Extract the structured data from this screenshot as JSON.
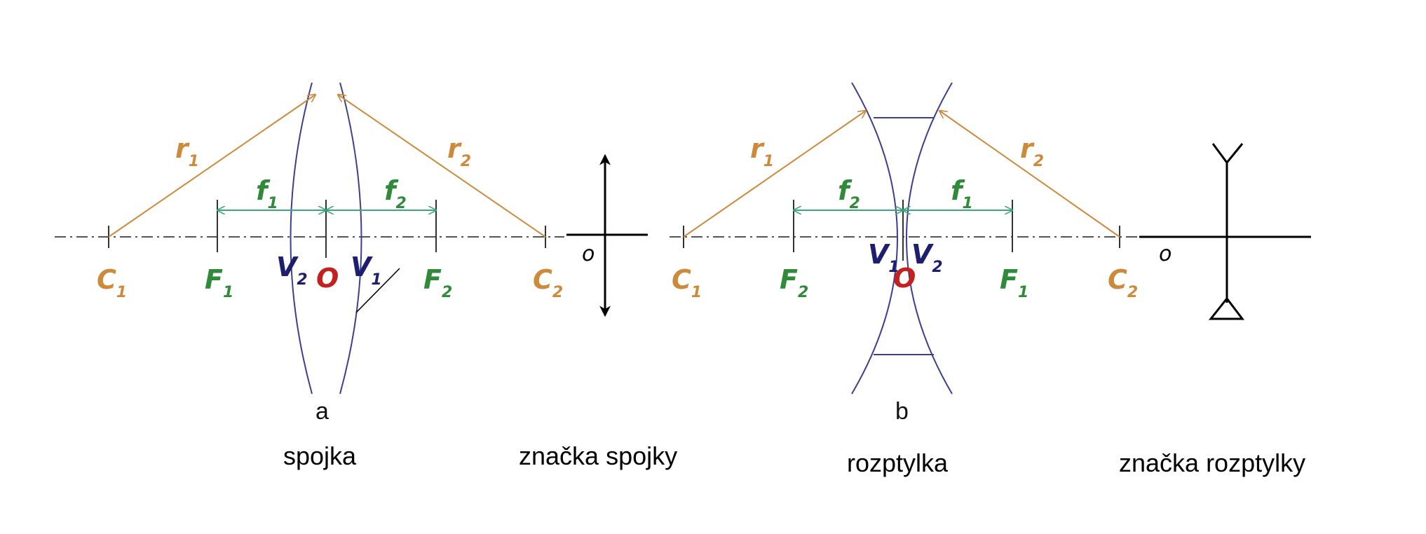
{
  "colors": {
    "orange": "#cd8a3b",
    "green": "#2f8a3a",
    "navy": "#1e1e6e",
    "red": "#c3201f",
    "teal": "#3aa87a",
    "lens": "#3d3f8c",
    "axis": "#555555",
    "black": "#000000"
  },
  "panel_a": {
    "letter": "a",
    "labels": {
      "C1": {
        "main": "C",
        "sub": "1"
      },
      "F1": {
        "main": "F",
        "sub": "1"
      },
      "V2": {
        "main": "V",
        "sub": "2"
      },
      "O": "O",
      "V1": {
        "main": "V",
        "sub": "1"
      },
      "F2": {
        "main": "F",
        "sub": "2"
      },
      "C2": {
        "main": "C",
        "sub": "2"
      },
      "r1": {
        "main": "r",
        "sub": "1"
      },
      "r2": {
        "main": "r",
        "sub": "2"
      },
      "f1": {
        "main": "f",
        "sub": "1"
      },
      "f2": {
        "main": "f",
        "sub": "2"
      }
    }
  },
  "symbol_a": {
    "axis_label": "o"
  },
  "panel_b": {
    "letter": "b",
    "labels": {
      "C1": {
        "main": "C",
        "sub": "1"
      },
      "F2": {
        "main": "F",
        "sub": "2"
      },
      "V1": {
        "main": "V",
        "sub": "1"
      },
      "O": "O",
      "V2": {
        "main": "V",
        "sub": "2"
      },
      "F1": {
        "main": "F",
        "sub": "1"
      },
      "C2": {
        "main": "C",
        "sub": "2"
      },
      "r1": {
        "main": "r",
        "sub": "1"
      },
      "r2": {
        "main": "r",
        "sub": "2"
      },
      "f2": {
        "main": "f",
        "sub": "2"
      },
      "f1": {
        "main": "f",
        "sub": "1"
      }
    }
  },
  "symbol_b": {
    "axis_label": "o"
  },
  "captions": {
    "spojka": "spojka",
    "znacka_spojky": "značka spojky",
    "rozptylka": "rozptylka",
    "znacka_rozptylky": "značka rozptylky"
  }
}
